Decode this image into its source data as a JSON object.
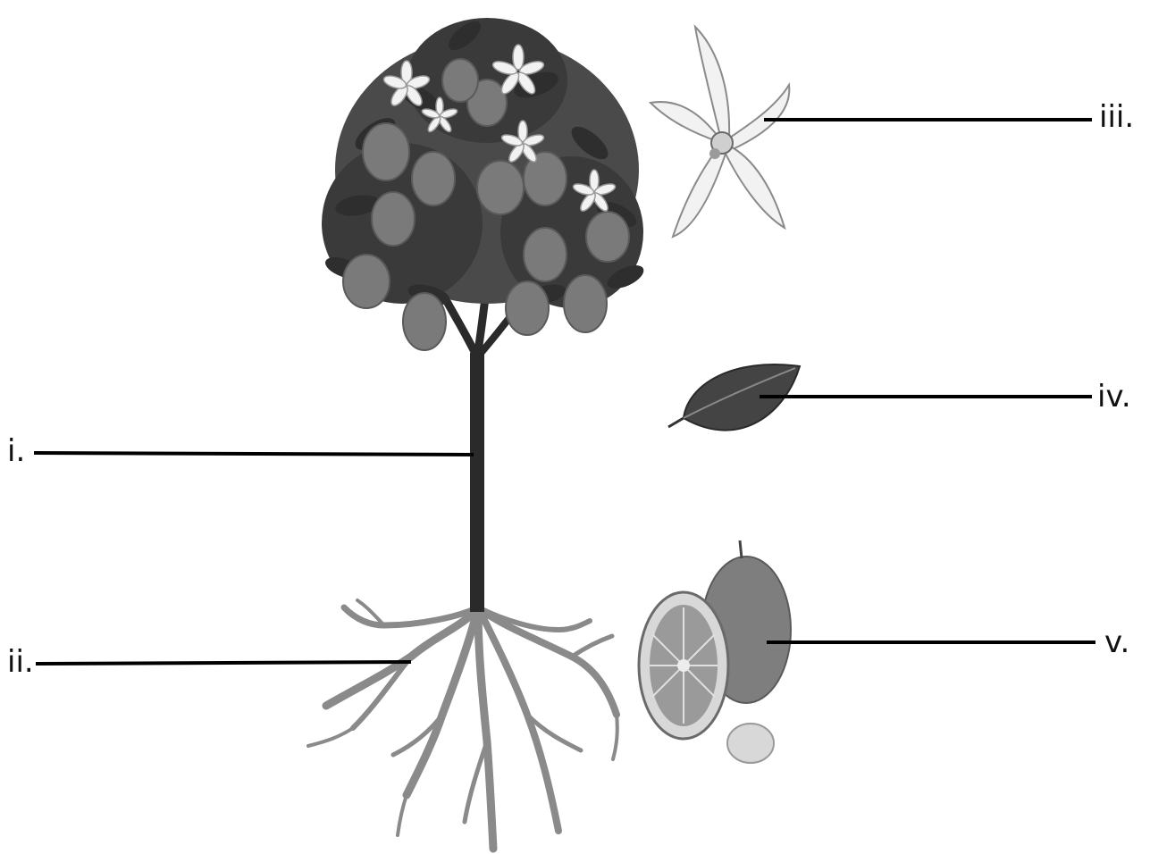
{
  "labels": {
    "i": "i.",
    "ii": "ii.",
    "iii": "iii.",
    "iv": "iv.",
    "v": "v."
  },
  "colors": {
    "line": "#000000",
    "foliage_dark": "#3a3a3a",
    "foliage_mid": "#555555",
    "fruit": "#7a7a7a",
    "trunk": "#2a2a2a",
    "root": "#8a8a8a",
    "flower_petal": "#f2f2f2"
  },
  "icons": [
    "tree-illustration",
    "flower-icon",
    "leaf-icon",
    "fruit-icon",
    "root-system-icon"
  ]
}
